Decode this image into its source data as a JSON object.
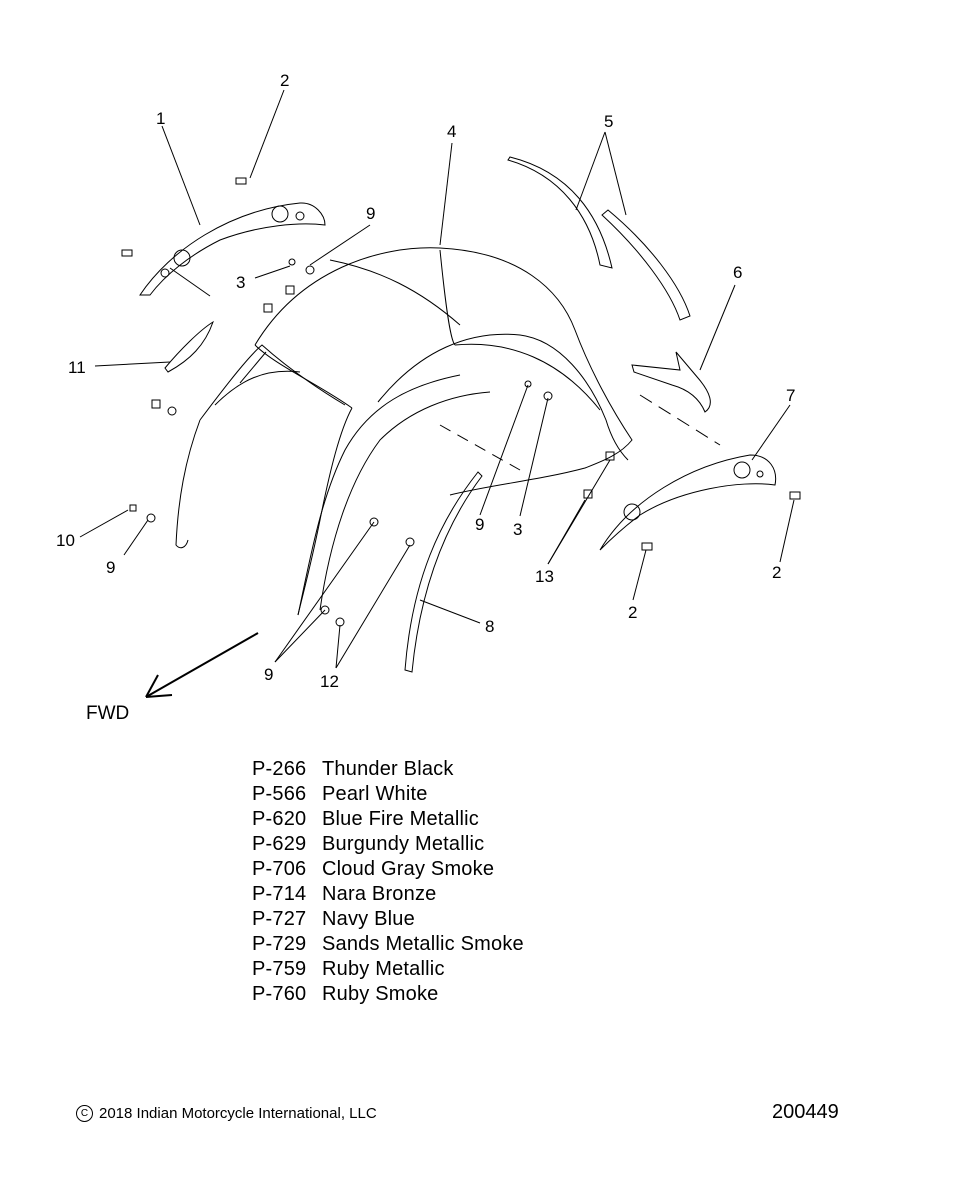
{
  "diagram": {
    "callouts": [
      {
        "id": "c1",
        "text": "1"
      },
      {
        "id": "c2a",
        "text": "2"
      },
      {
        "id": "c2b",
        "text": "2"
      },
      {
        "id": "c2c",
        "text": "2"
      },
      {
        "id": "c3a",
        "text": "3"
      },
      {
        "id": "c3b",
        "text": "3"
      },
      {
        "id": "c4",
        "text": "4"
      },
      {
        "id": "c5",
        "text": "5"
      },
      {
        "id": "c6",
        "text": "6"
      },
      {
        "id": "c7",
        "text": "7"
      },
      {
        "id": "c8",
        "text": "8"
      },
      {
        "id": "c9a",
        "text": "9"
      },
      {
        "id": "c9b",
        "text": "9"
      },
      {
        "id": "c9c",
        "text": "9"
      },
      {
        "id": "c9d",
        "text": "9"
      },
      {
        "id": "c10",
        "text": "10"
      },
      {
        "id": "c11",
        "text": "11"
      },
      {
        "id": "c12",
        "text": "12"
      },
      {
        "id": "c13",
        "text": "13"
      }
    ],
    "direction_label": "FWD"
  },
  "paint_codes": [
    {
      "code": "P-266",
      "name": "Thunder Black"
    },
    {
      "code": "P-566",
      "name": "Pearl White"
    },
    {
      "code": "P-620",
      "name": "Blue Fire Metallic"
    },
    {
      "code": "P-629",
      "name": "Burgundy Metallic"
    },
    {
      "code": "P-706",
      "name": "Cloud Gray Smoke"
    },
    {
      "code": "P-714",
      "name": "Nara Bronze"
    },
    {
      "code": "P-727",
      "name": "Navy Blue"
    },
    {
      "code": "P-729",
      "name": "Sands Metallic Smoke"
    },
    {
      "code": "P-759",
      "name": "Ruby Metallic"
    },
    {
      "code": "P-760",
      "name": "Ruby Smoke"
    }
  ],
  "footer": {
    "copyright_symbol": "C",
    "copyright_text": "2018 Indian Motorcycle International, LLC",
    "drawing_number": "200449"
  }
}
